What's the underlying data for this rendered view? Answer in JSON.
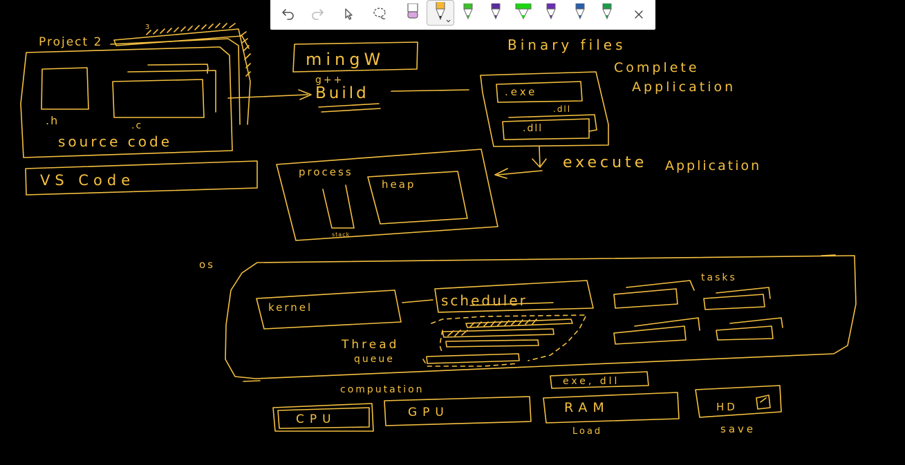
{
  "toolbar": {
    "tools": [
      {
        "name": "undo-button",
        "icon": "undo-icon"
      },
      {
        "name": "redo-button",
        "icon": "redo-icon"
      },
      {
        "name": "select-button",
        "icon": "pointer-icon"
      },
      {
        "name": "lasso-button",
        "icon": "lasso-icon"
      },
      {
        "name": "eraser-button",
        "icon": "eraser-icon"
      },
      {
        "name": "pen-yellow",
        "icon": "pen-icon",
        "color": "#f5b731",
        "selected": true
      },
      {
        "name": "pen-green",
        "icon": "pen-icon",
        "color": "#3dbf2e"
      },
      {
        "name": "pen-purple",
        "icon": "pen-icon",
        "color": "#5b2d9a"
      },
      {
        "name": "pen-bright-green",
        "icon": "pen-icon",
        "color": "#1ed414"
      },
      {
        "name": "pen-violet",
        "icon": "pen-icon",
        "color": "#6a2fb0"
      },
      {
        "name": "pen-blue",
        "icon": "pen-icon",
        "color": "#2a5fa8"
      },
      {
        "name": "pen-teal",
        "icon": "pen-icon",
        "color": "#1f9a4a"
      },
      {
        "name": "close-button",
        "icon": "close-icon"
      }
    ]
  },
  "ink_color": "#f5c040",
  "sketch": {
    "project": "Project 2",
    "project_num": "3",
    "h_file": ".h",
    "c_file": ".c",
    "source_code": "source code",
    "vs_code": "VS Code",
    "mingw": "mingW",
    "gpp": "g++",
    "build": "Build",
    "binary_files": "Binary files",
    "complete": "Complete",
    "application": "Application",
    "exe": ".exe",
    "dll_1": ".dll",
    "dll_2": ".dll",
    "execute": "execute",
    "application_2": "Application",
    "process": "process",
    "heap": "heap",
    "stack": "stack",
    "os": "os",
    "kernel": "kernel",
    "scheduler": "scheduler",
    "tasks": "tasks",
    "thread": "Thread",
    "queue": "queue",
    "computation": "computation",
    "exe_dll": "exe, dll",
    "cpu": "CPU",
    "gpu": "GPU",
    "ram": "RAM",
    "load": "Load",
    "hd": "HD",
    "save": "save"
  }
}
